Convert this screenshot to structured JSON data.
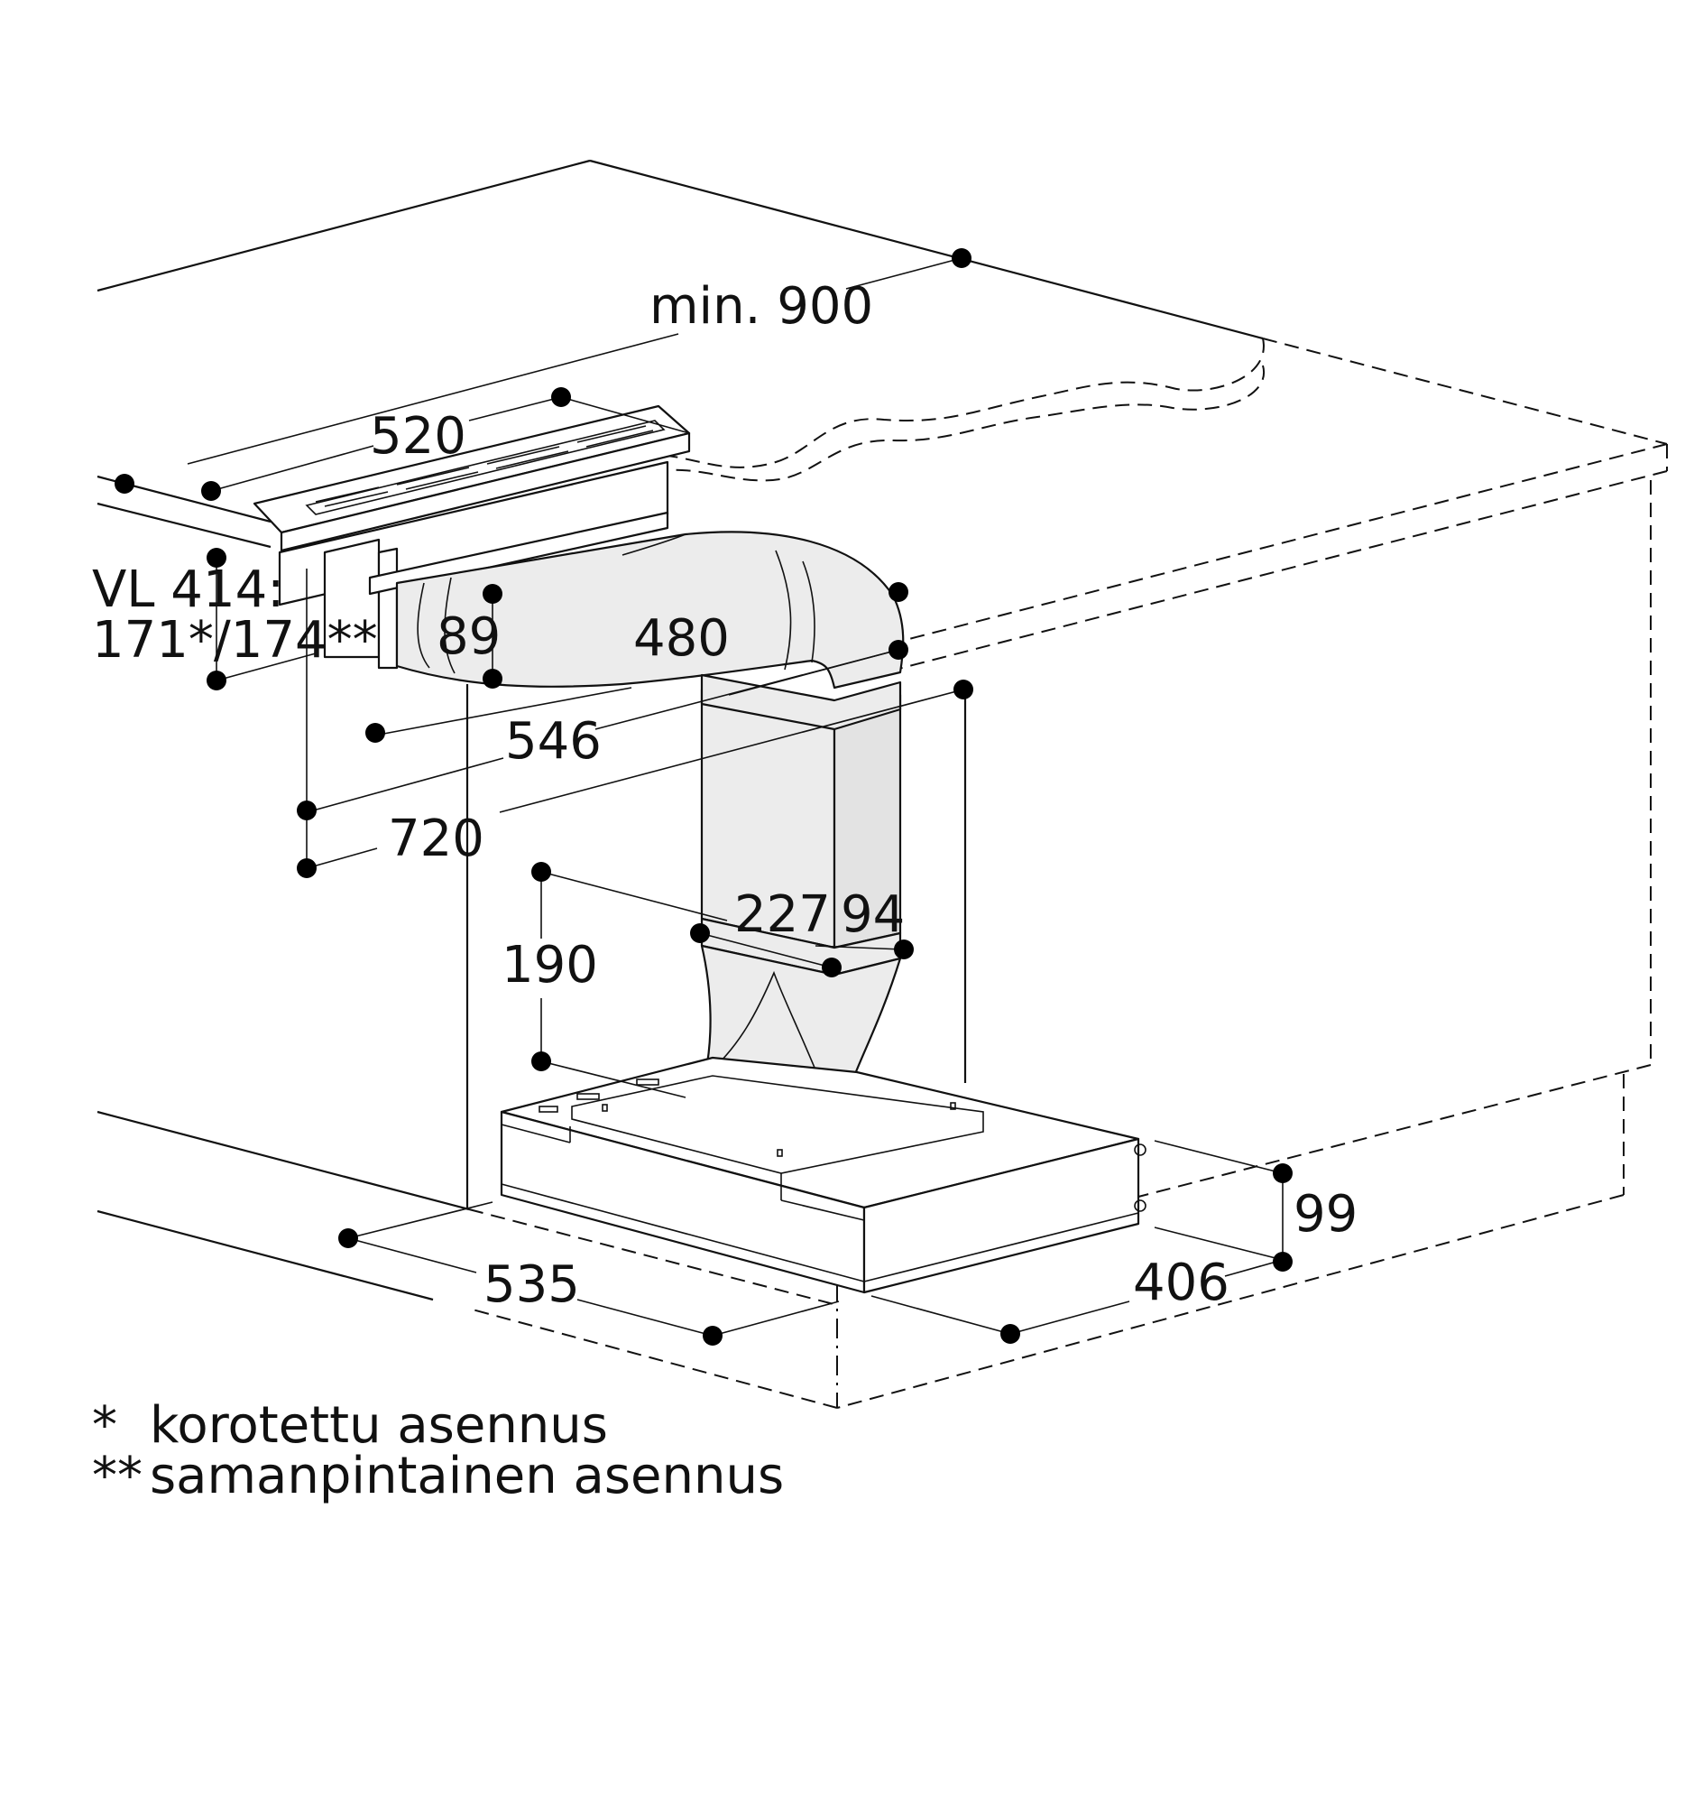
{
  "dimensions": {
    "min_900": "min. 900",
    "d520": "520",
    "model_label": "VL 414:",
    "model_heights": "171*/174**",
    "d89": "89",
    "d480": "480",
    "d546": "546",
    "d720": "720",
    "d190": "190",
    "d227": "227",
    "d94": "94",
    "d99": "99",
    "d535": "535",
    "d406": "406"
  },
  "footnotes": {
    "note1_mark": "*",
    "note1_text": "korotettu asennus",
    "note2_mark": "**",
    "note2_text": "samanpintainen asennus"
  },
  "colors": {
    "line": "#111111",
    "duct_fill": "#ececec",
    "background": "#ffffff"
  }
}
